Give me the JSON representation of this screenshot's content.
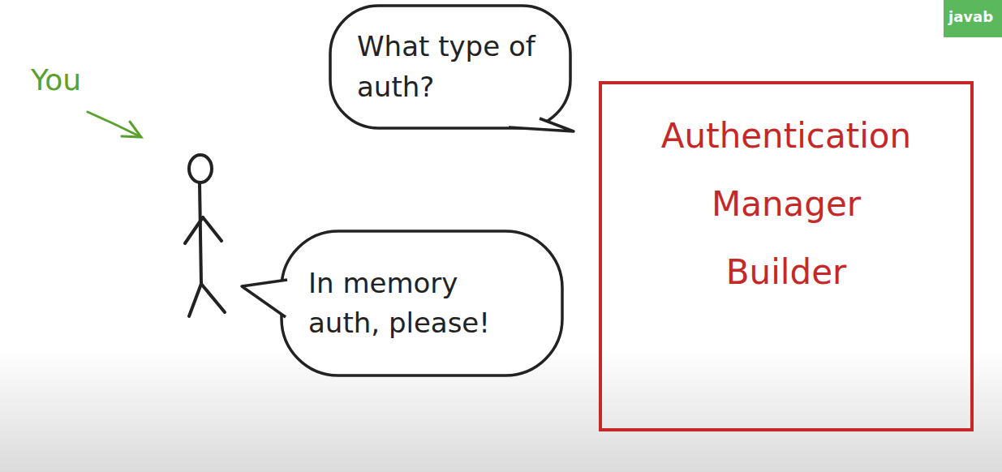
{
  "diagram": {
    "nodes": [
      {
        "text": [
          "What type of auth?"
        ]
      },
      {
        "text": [
          "Authentication Manager Builder"
        ]
      },
      {
        "text": [
          "In memory auth, please!"
        ]
      }
    ],
    "labels": [
      "You",
      "javab"
    ]
  }
}
